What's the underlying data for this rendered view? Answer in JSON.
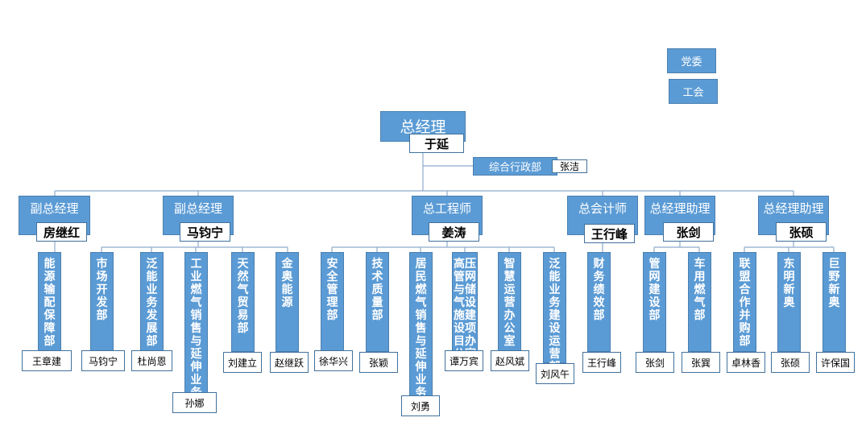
{
  "top": {
    "party": "党委",
    "union": "工会",
    "gm_title": "总经理",
    "gm_name": "于延",
    "admin_dept": "综合行政部",
    "admin_person": "张洁"
  },
  "executives": [
    {
      "title": "副总经理",
      "name": "房继红"
    },
    {
      "title": "副总经理",
      "name": "马钧宁"
    },
    {
      "title": "总工程师",
      "name": "姜涛"
    },
    {
      "title": "总会计师",
      "name": "王行峰"
    },
    {
      "title": "总经理助理",
      "name": "张剑"
    },
    {
      "title": "总经理助理",
      "name": "张硕"
    }
  ],
  "departments": [
    {
      "name": "能源输配保障部",
      "person": "王章建"
    },
    {
      "name": "市场开发部",
      "person": "马钧宁"
    },
    {
      "name": "泛能业务发展部",
      "person": "杜尚恩"
    },
    {
      "name": "工业燃气销售与延伸业务部",
      "person": "孙娜"
    },
    {
      "name": "天然气贸易部",
      "person": "刘建立"
    },
    {
      "name": "金奥能源",
      "person": "赵继跃"
    },
    {
      "name": "安全管理部",
      "person": "徐华兴"
    },
    {
      "name": "技术质量部",
      "person": "张颖"
    },
    {
      "name": "居民燃气销售与延伸业务部",
      "person": "刘勇"
    },
    {
      "name": "高压管网与储气设施建设项目办公室",
      "person": "谭万宾"
    },
    {
      "name": "智慧运营办公室",
      "person": "赵风斌"
    },
    {
      "name": "泛能业务建设运营部",
      "person": "刘风午"
    },
    {
      "name": "财务绩效部",
      "person": "王行峰"
    },
    {
      "name": "管网建设部",
      "person": "张剑"
    },
    {
      "name": "车用燃气部",
      "person": "张巽"
    },
    {
      "name": "联盟合作并购部",
      "person": "卓林香"
    },
    {
      "name": "东明新奥",
      "person": "张硕"
    },
    {
      "name": "巨野新奥",
      "person": "许保国"
    }
  ],
  "colors": {
    "box_fill": "#5b9bd5",
    "box_border": "#41719c",
    "line": "#8eaacc"
  }
}
